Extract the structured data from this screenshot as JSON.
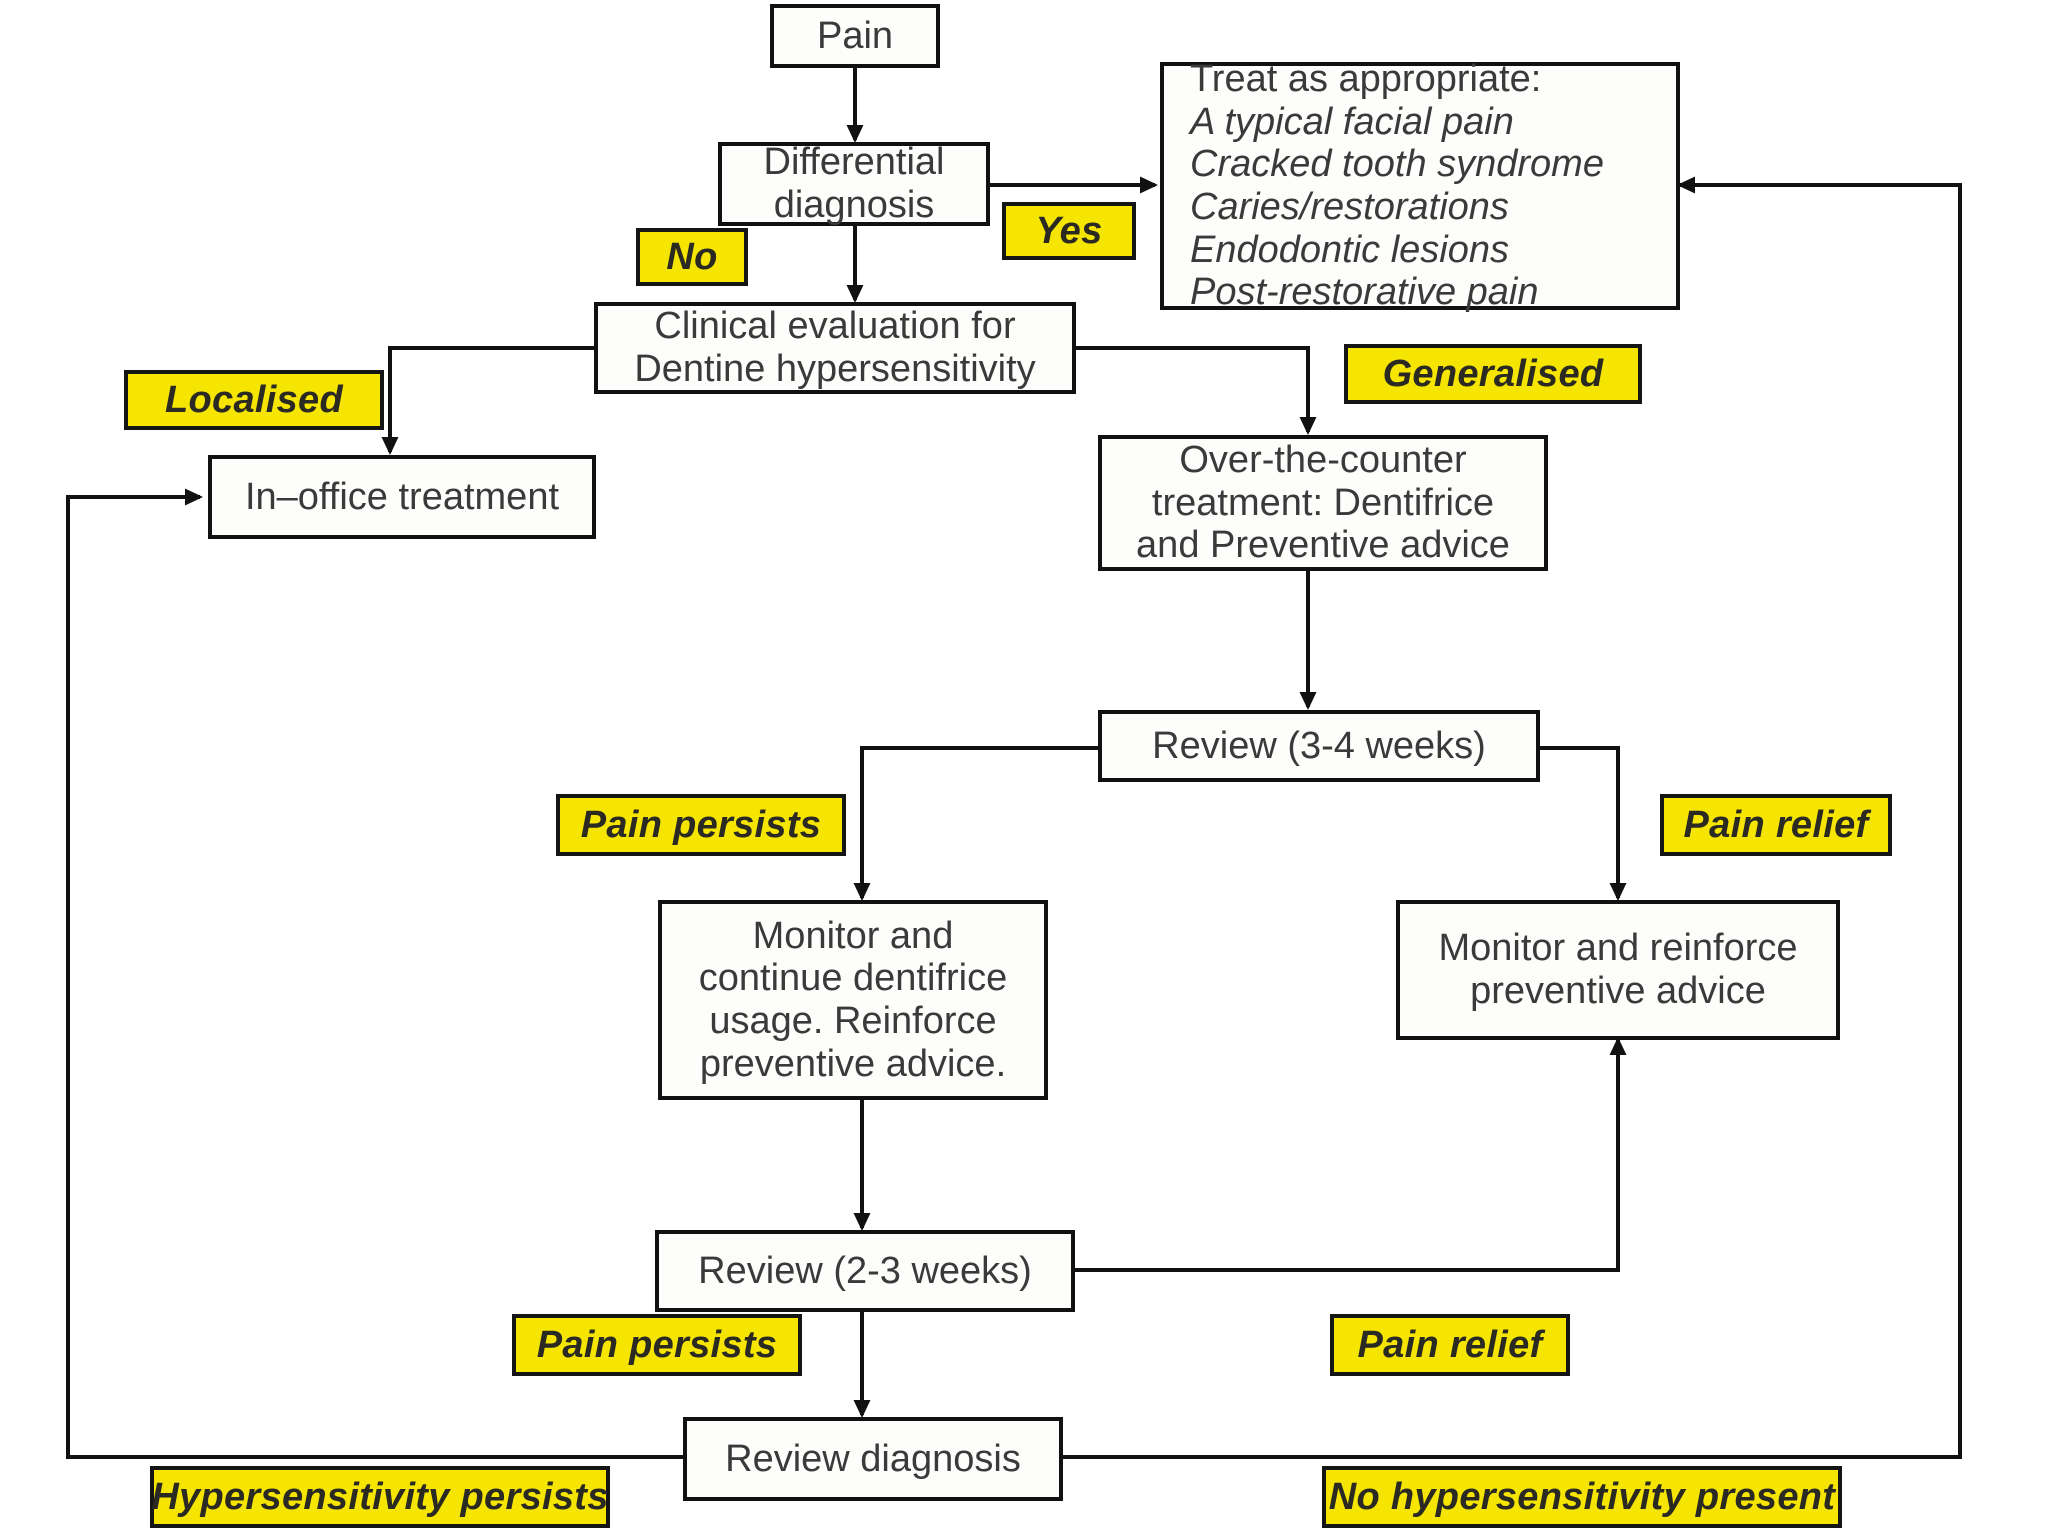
{
  "diagram": {
    "title": "Dentine hypersensitivity management flowchart",
    "accent_yellow": "#f5e500",
    "line_color": "#111111",
    "background": "#ffffff"
  },
  "nodes": {
    "pain": {
      "label": "Pain"
    },
    "differential": {
      "line1": "Differential",
      "line2": "diagnosis"
    },
    "treat": {
      "heading": "Treat as appropriate:",
      "items": [
        "A typical facial pain",
        "Cracked tooth syndrome",
        "Caries/restorations",
        "Endodontic lesions",
        "Post-restorative pain"
      ]
    },
    "clinical_eval": {
      "line1": "Clinical evaluation for",
      "line2": "Dentine hypersensitivity"
    },
    "in_office": {
      "label": "In–office treatment"
    },
    "otc": {
      "line1": "Over-the-counter",
      "line2": "treatment: Dentifrice",
      "line3": "and Preventive advice"
    },
    "review_34": {
      "label": "Review (3-4 weeks)"
    },
    "monitor_continue": {
      "line1": "Monitor and",
      "line2": "continue dentifrice",
      "line3": "usage. Reinforce",
      "line4": "preventive advice."
    },
    "monitor_reinforce": {
      "line1": "Monitor and reinforce",
      "line2": "preventive advice"
    },
    "review_23": {
      "label": "Review (2-3 weeks)"
    },
    "review_diagnosis": {
      "label": "Review diagnosis"
    }
  },
  "labels": {
    "no": "No",
    "yes": "Yes",
    "localised": "Localised",
    "generalised": "Generalised",
    "pain_persists_1": "Pain persists",
    "pain_relief_1": "Pain relief",
    "pain_persists_2": "Pain persists",
    "pain_relief_2": "Pain relief",
    "hypersensitivity_persists": "Hypersensitivity persists",
    "no_hypersensitivity": "No hypersensitivity present"
  }
}
